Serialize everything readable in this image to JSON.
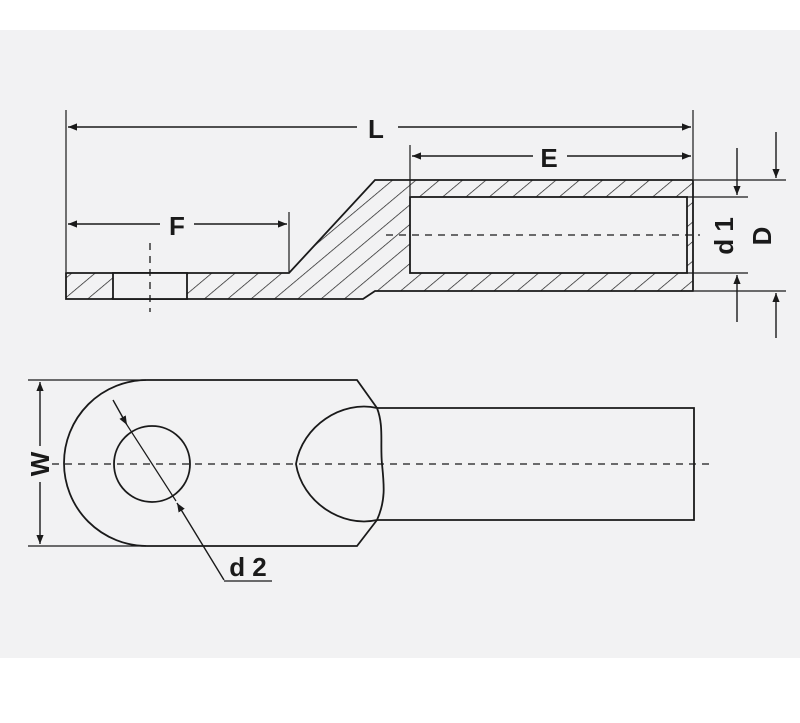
{
  "labels": {
    "L": "L",
    "E": "E",
    "F": "F",
    "d1": "d 1",
    "D": "D",
    "W": "W",
    "d2": "d 2"
  },
  "colors": {
    "background": "#f2f2f3",
    "ink": "#1a1a1a"
  }
}
